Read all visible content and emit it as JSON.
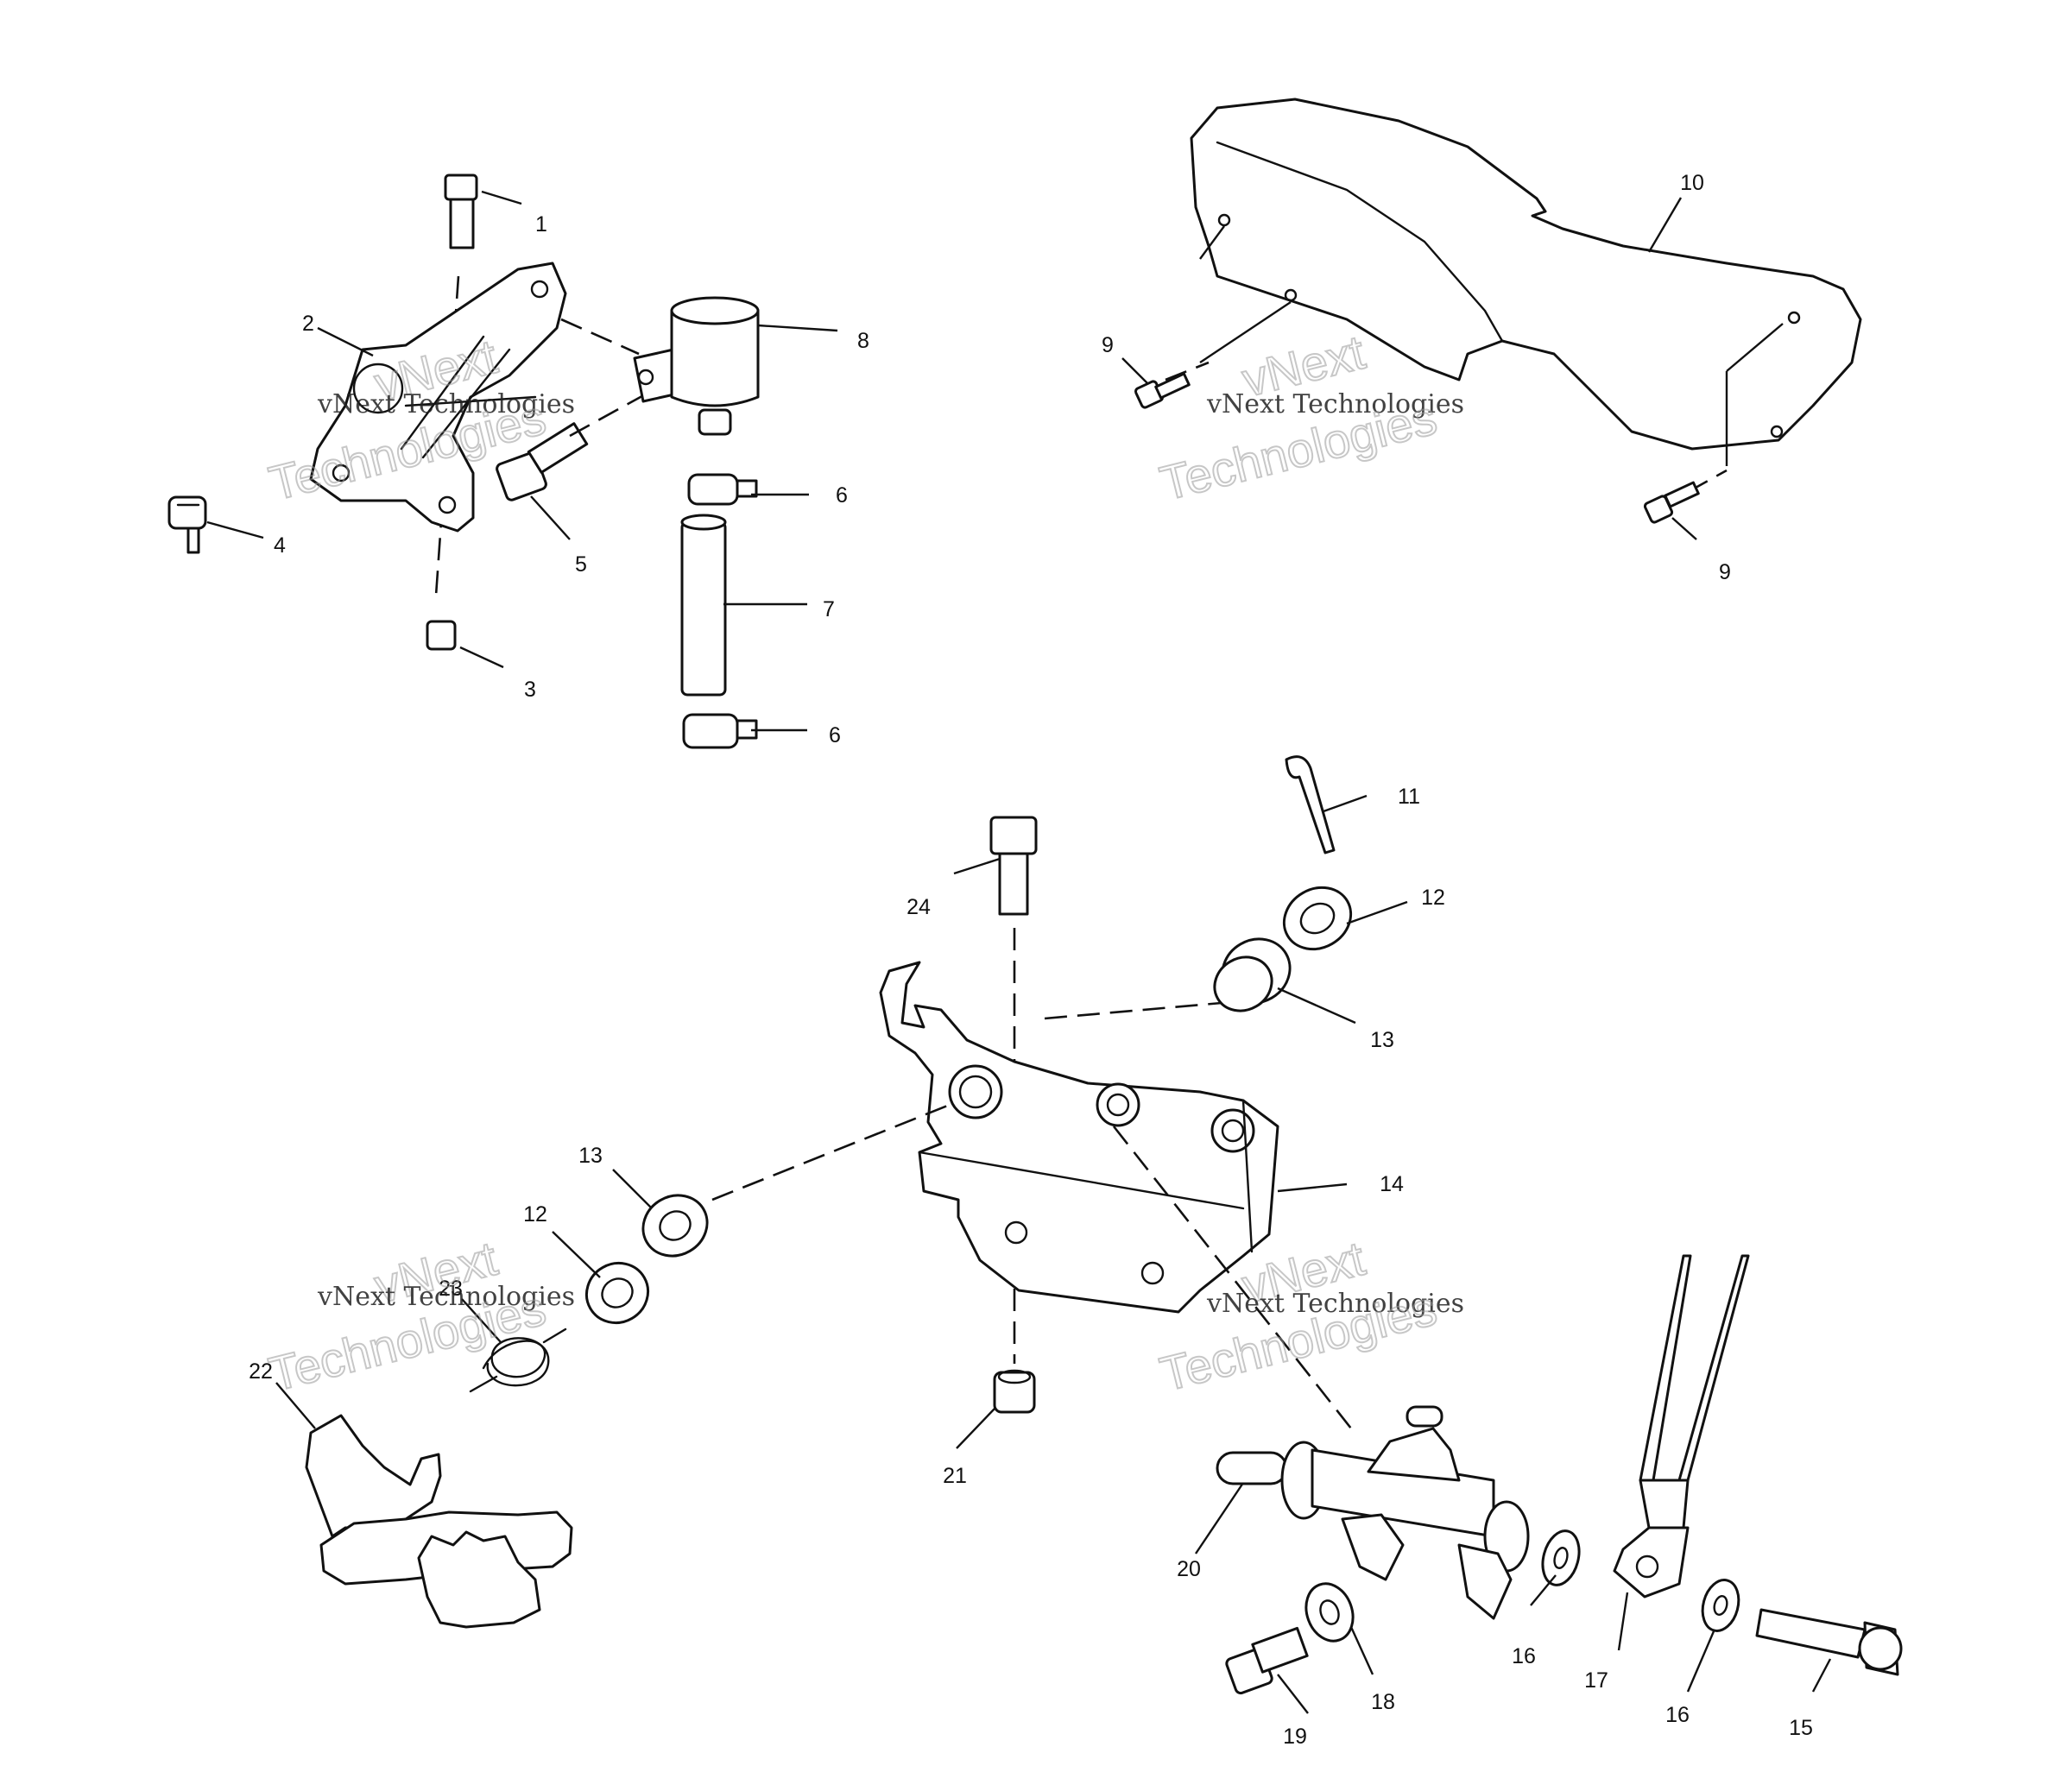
{
  "callouts": [
    {
      "id": "c1",
      "label": "1"
    },
    {
      "id": "c2",
      "label": "2"
    },
    {
      "id": "c3",
      "label": "3"
    },
    {
      "id": "c4",
      "label": "4"
    },
    {
      "id": "c5",
      "label": "5"
    },
    {
      "id": "c6a",
      "label": "6"
    },
    {
      "id": "c6b",
      "label": "6"
    },
    {
      "id": "c7",
      "label": "7"
    },
    {
      "id": "c8",
      "label": "8"
    },
    {
      "id": "c9a",
      "label": "9"
    },
    {
      "id": "c9b",
      "label": "9"
    },
    {
      "id": "c10",
      "label": "10"
    },
    {
      "id": "c11",
      "label": "11"
    },
    {
      "id": "c12a",
      "label": "12"
    },
    {
      "id": "c12b",
      "label": "12"
    },
    {
      "id": "c13a",
      "label": "13"
    },
    {
      "id": "c13b",
      "label": "13"
    },
    {
      "id": "c14",
      "label": "14"
    },
    {
      "id": "c15",
      "label": "15"
    },
    {
      "id": "c16a",
      "label": "16"
    },
    {
      "id": "c16b",
      "label": "16"
    },
    {
      "id": "c17",
      "label": "17"
    },
    {
      "id": "c18",
      "label": "18"
    },
    {
      "id": "c19",
      "label": "19"
    },
    {
      "id": "c20",
      "label": "20"
    },
    {
      "id": "c21",
      "label": "21"
    },
    {
      "id": "c22",
      "label": "22"
    },
    {
      "id": "c23",
      "label": "23"
    },
    {
      "id": "c24",
      "label": "24"
    }
  ],
  "watermark": {
    "brand": "vNext",
    "company": "Technologies",
    "full": "vNext Technologies"
  }
}
